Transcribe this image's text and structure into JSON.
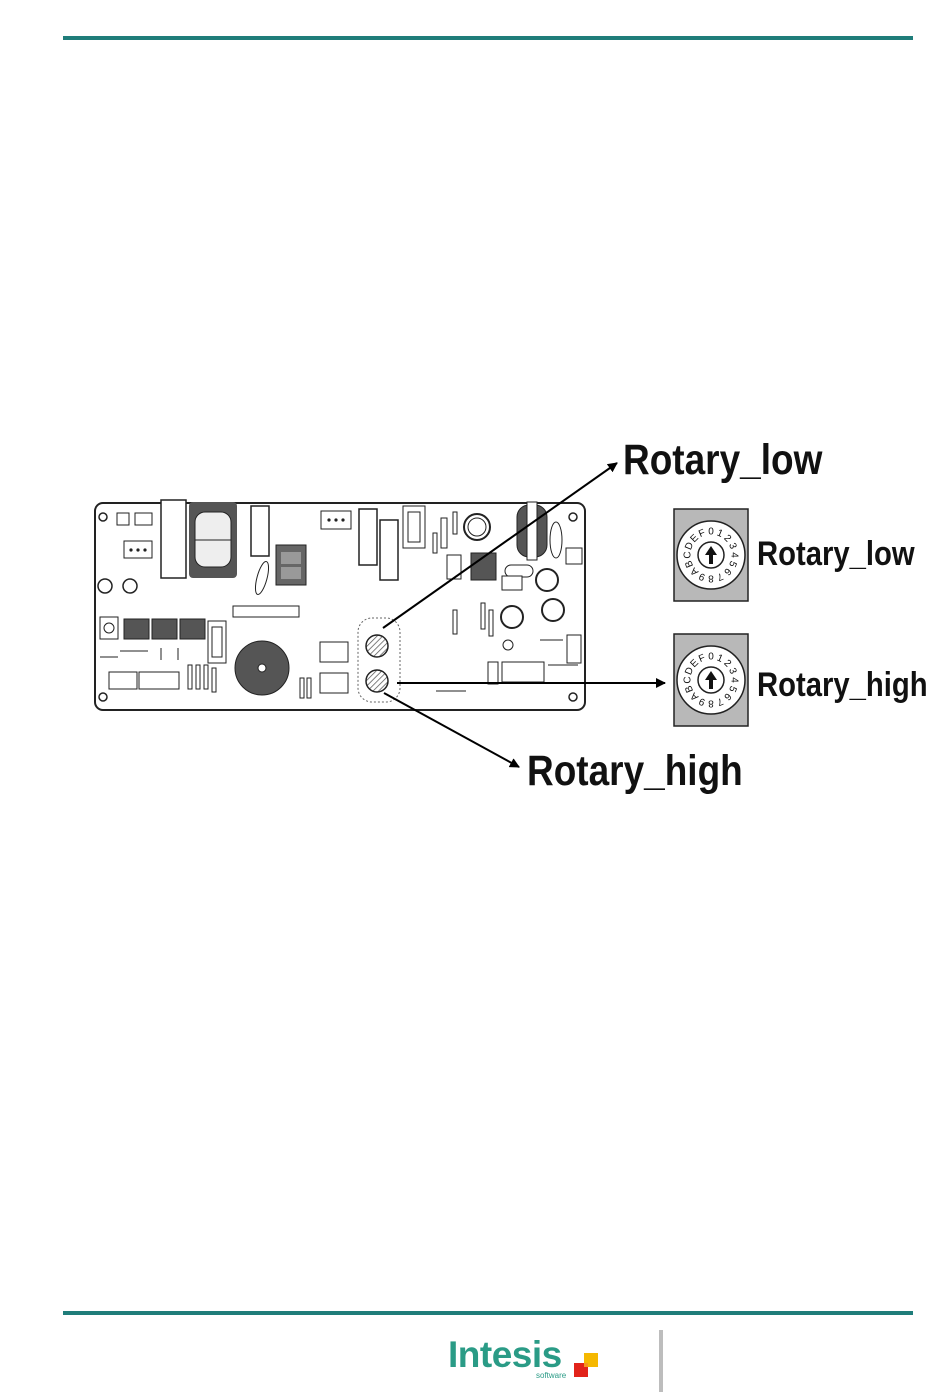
{
  "labels": {
    "rotary_low_callout": "Rotary_low",
    "rotary_high_callout": "Rotary_high",
    "rotary_low_switch": "Rotary_low",
    "rotary_high_switch": "Rotary_high"
  },
  "dial": {
    "digits": [
      "0",
      "1",
      "2",
      "3",
      "4",
      "5",
      "6",
      "7",
      "8",
      "9",
      "A",
      "B",
      "C",
      "D",
      "E",
      "F"
    ]
  },
  "footer": {
    "brand": "Intesis",
    "brand_sub": "software"
  },
  "colors": {
    "rule": "#1f7d7a",
    "brand": "#2a9b86",
    "logo_red": "#e2231a",
    "logo_yellow": "#f5b800"
  }
}
